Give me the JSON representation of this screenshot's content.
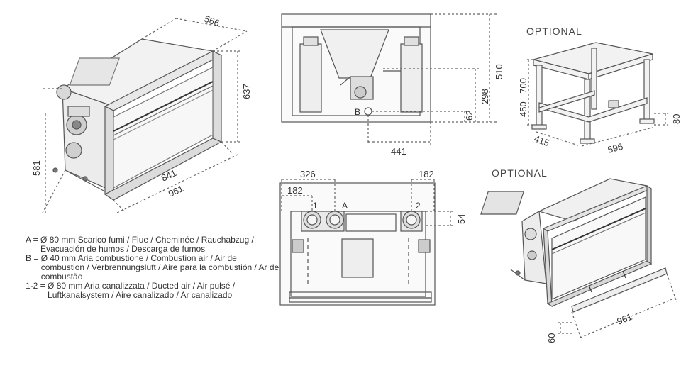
{
  "dimensions": {
    "depth": "566",
    "height_total": "637",
    "height_front": "581",
    "width_inner": "841",
    "width_total": "961",
    "top_height": "510",
    "flue_height": "298",
    "air_height": "62",
    "air_offset": "441",
    "left_offset_a": "326",
    "left_offset_1": "182",
    "right_offset_2": "182",
    "duct_top": "54",
    "stand_height": "450 - 700",
    "stand_foot": "80",
    "stand_depth": "415",
    "stand_width": "596",
    "kit_width": "961",
    "kit_height": "60"
  },
  "markers": {
    "a": "A",
    "b": "B",
    "one": "1",
    "two": "2"
  },
  "optional_labels": [
    "OPTIONAL",
    "OPTIONAL"
  ],
  "legend": [
    {
      "key": "A = ",
      "text": "Ø 80 mm  Scarico fumi / Flue / Cheminée / Rauchabzug / Evacuación de humos / Descarga de fumos"
    },
    {
      "key": "B = ",
      "text": "Ø 40 mm  Aria combustione / Combustion air / Air de combustion / Verbrennungsluft  / Aire para la combustión / Ar de combustão"
    },
    {
      "key": "1-2 = ",
      "text": "Ø 80 mm  Aria canalizzata / Ducted air / Air pulsé / Luftkanalsystem / Aire canalizado / Ar canalizado"
    }
  ]
}
